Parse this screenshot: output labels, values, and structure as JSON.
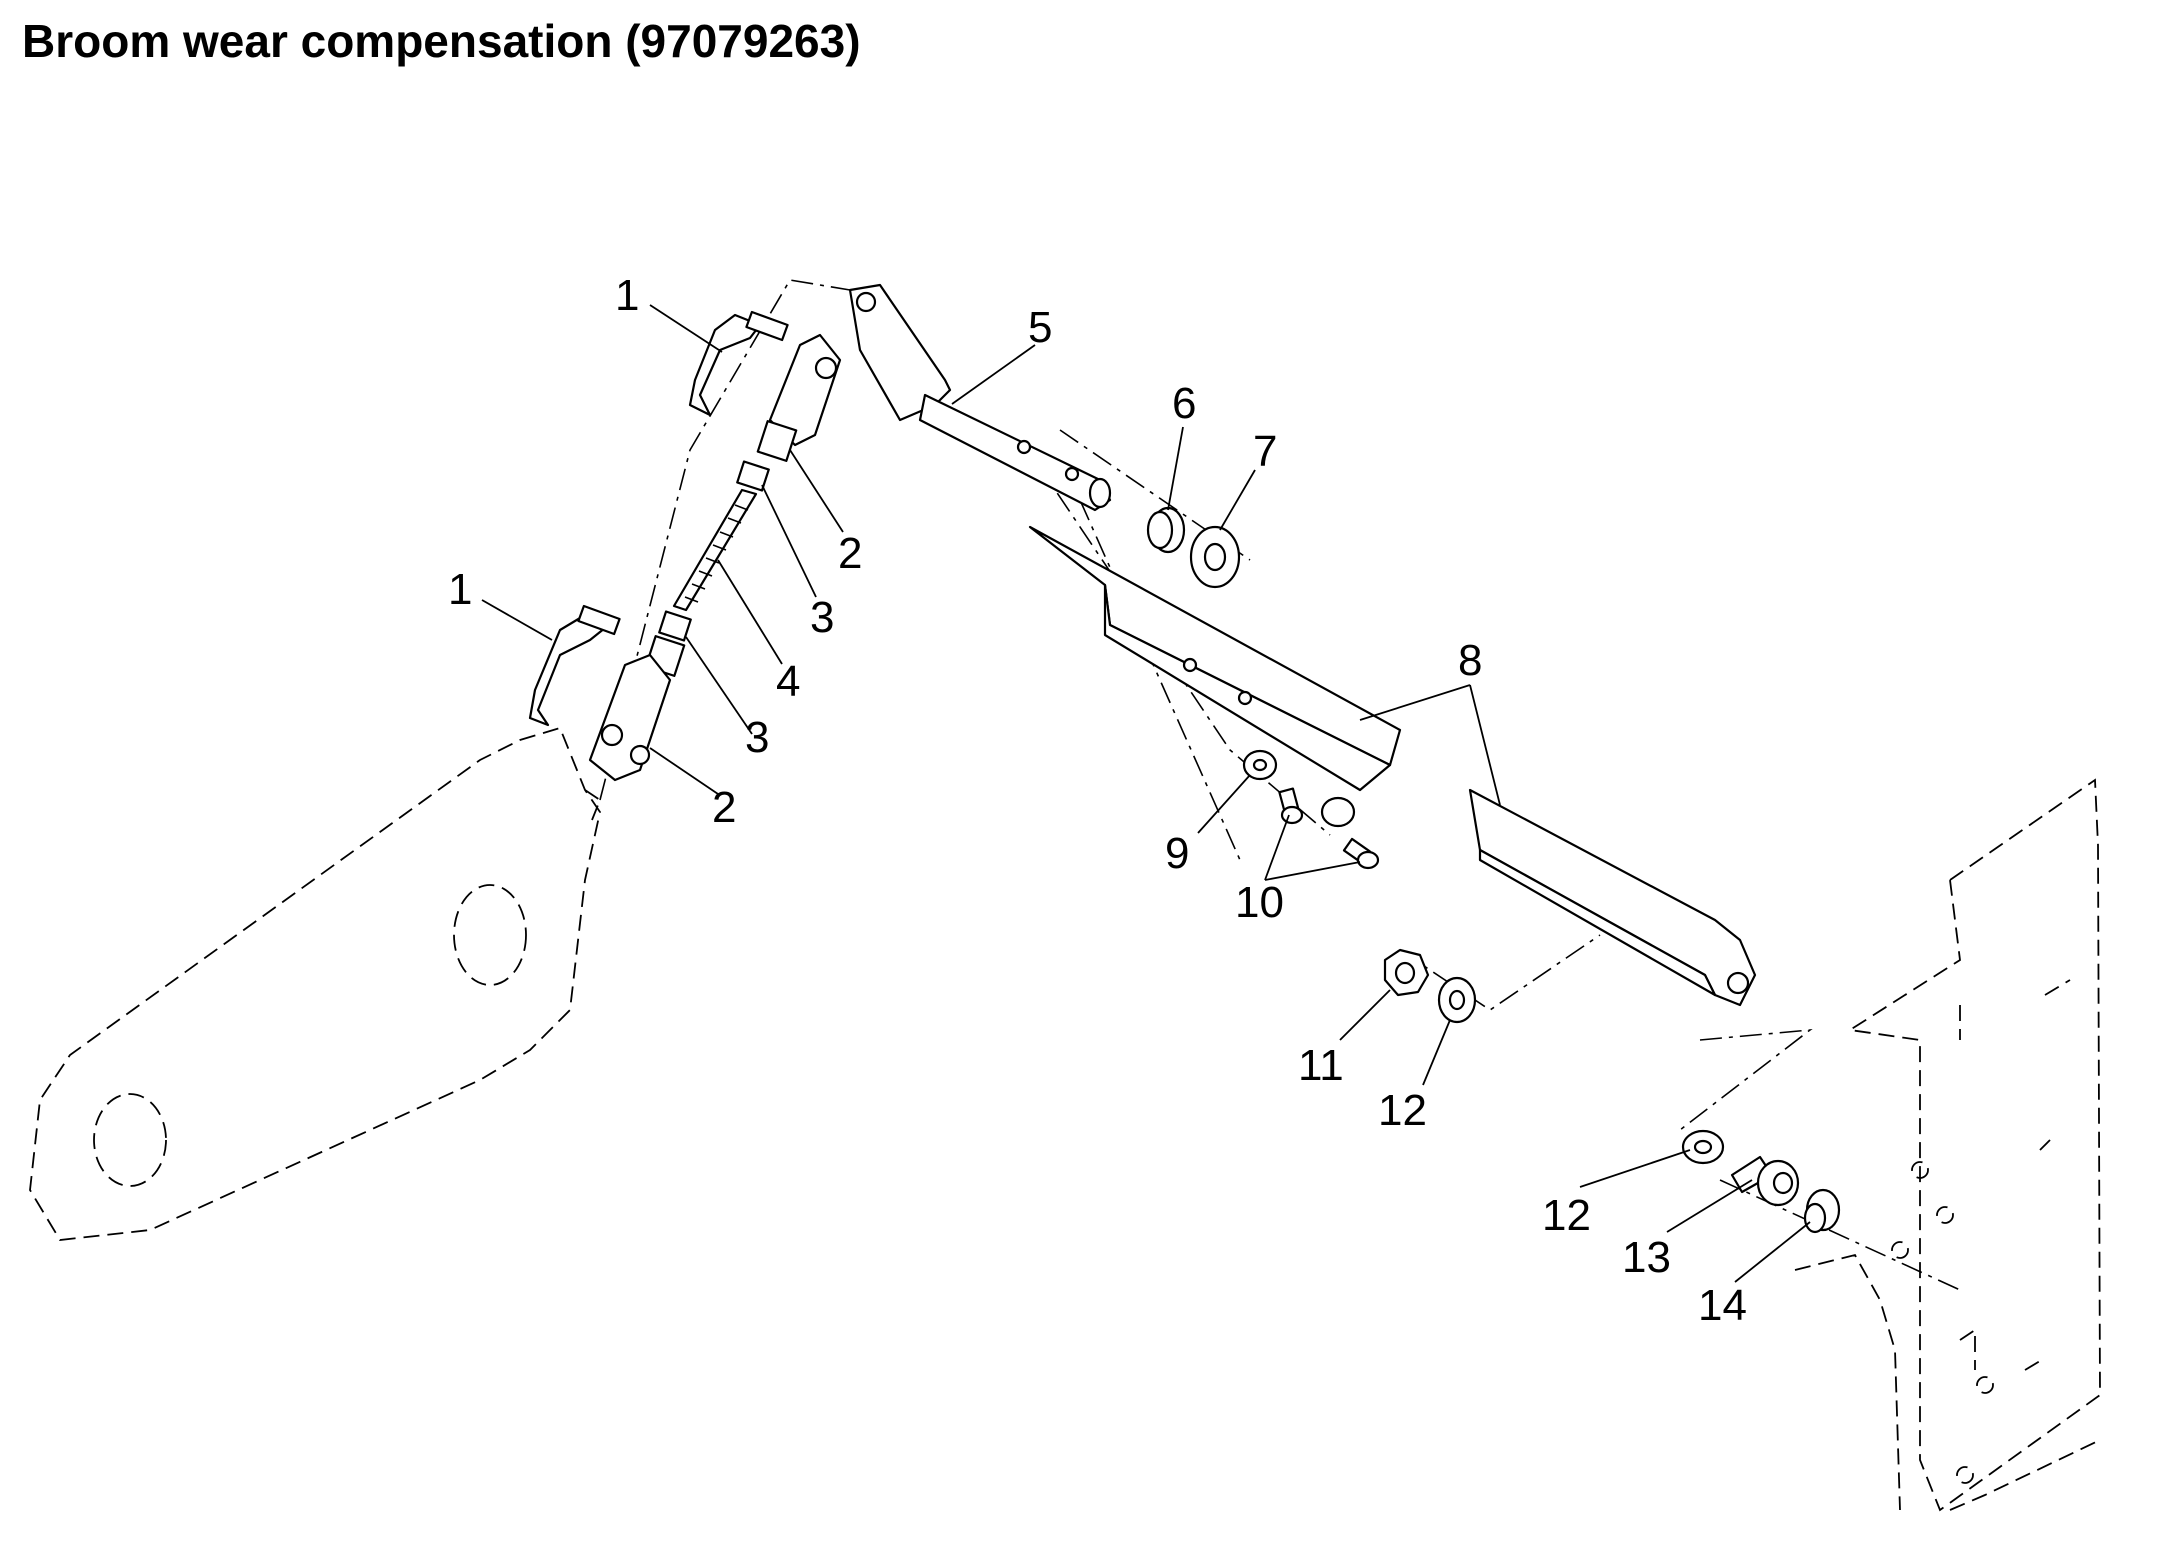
{
  "title": "Broom wear compensation (97079263)",
  "callouts": [
    {
      "id": "c1a",
      "label": "1"
    },
    {
      "id": "c1b",
      "label": "1"
    },
    {
      "id": "c2a",
      "label": "2"
    },
    {
      "id": "c2b",
      "label": "2"
    },
    {
      "id": "c3a",
      "label": "3"
    },
    {
      "id": "c3b",
      "label": "3"
    },
    {
      "id": "c4",
      "label": "4"
    },
    {
      "id": "c5",
      "label": "5"
    },
    {
      "id": "c6",
      "label": "6"
    },
    {
      "id": "c7",
      "label": "7"
    },
    {
      "id": "c8",
      "label": "8"
    },
    {
      "id": "c9",
      "label": "9"
    },
    {
      "id": "c10",
      "label": "10"
    },
    {
      "id": "c11",
      "label": "11"
    },
    {
      "id": "c12a",
      "label": "12"
    },
    {
      "id": "c12b",
      "label": "12"
    },
    {
      "id": "c13",
      "label": "13"
    },
    {
      "id": "c14",
      "label": "14"
    }
  ]
}
